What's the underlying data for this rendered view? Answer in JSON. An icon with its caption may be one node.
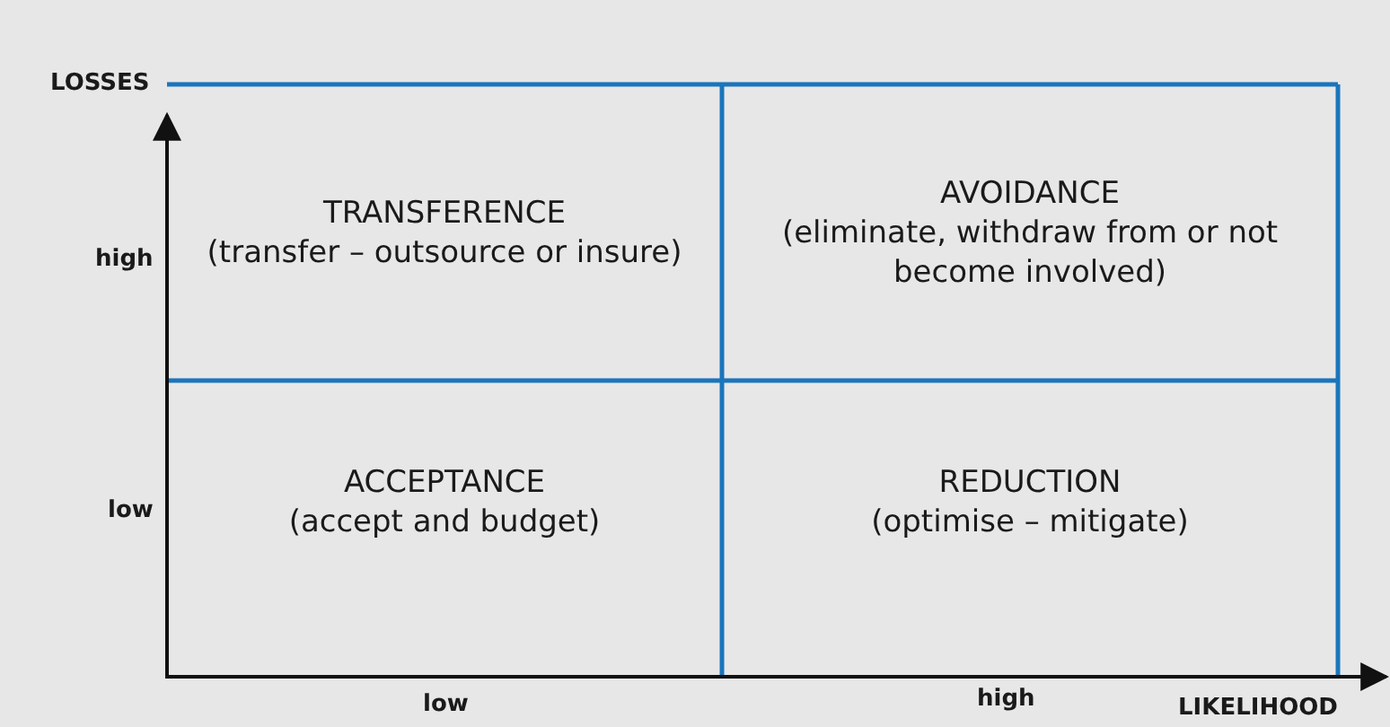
{
  "diagram": {
    "nodes": [
      {
        "text": [
          "TRANSFERENCE",
          "(transfer – outsource or insure)"
        ]
      },
      {
        "text": [
          "AVOIDANCE",
          "(eliminate, withdraw from or not become involved)"
        ]
      },
      {
        "text": [
          "ACCEPTANCE",
          "(accept and budget)"
        ]
      },
      {
        "text": [
          "REDUCTION",
          "(optimise – mitigate)"
        ]
      }
    ],
    "labels": [
      "LOSSES",
      "high",
      "low",
      "low",
      "high",
      "LIKELIHOOD"
    ]
  }
}
